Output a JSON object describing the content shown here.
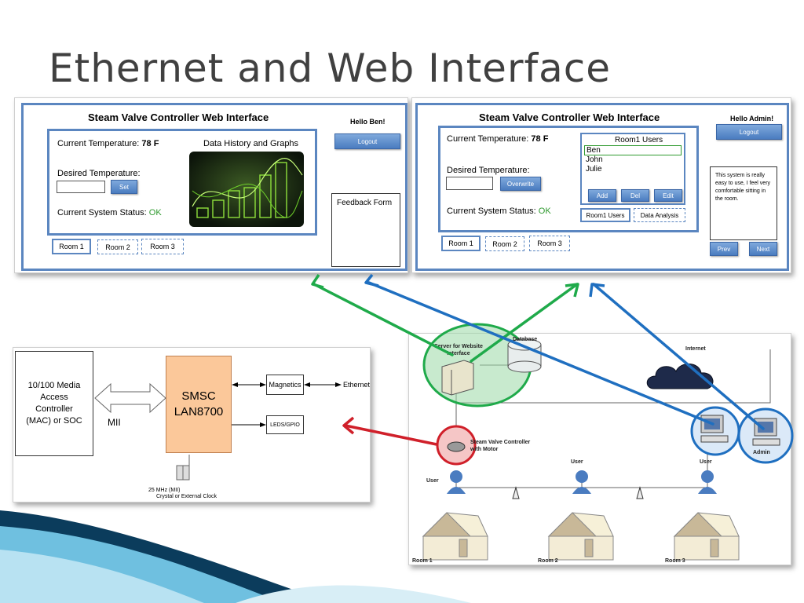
{
  "slide": {
    "title": "Ethernet and Web Interface"
  },
  "user_ui": {
    "title": "Steam Valve Controller Web Interface",
    "greeting": "Hello Ben!",
    "logout": "Logout",
    "current_temp_label": "Current Temperature: ",
    "current_temp_value": "78 F",
    "desired_temp_label": "Desired Temperature:",
    "set_button": "Set",
    "status_label": "Current System Status: ",
    "status_value": "OK",
    "graph_title": "Data History and Graphs",
    "feedback": "Feedback Form",
    "tabs": [
      "Room 1",
      "Room 2",
      "Room 3"
    ]
  },
  "admin_ui": {
    "title": "Steam Valve Controller Web Interface",
    "greeting": "Hello Admin!",
    "logout": "Logout",
    "current_temp_label": "Current Temperature: ",
    "current_temp_value": "78 F",
    "desired_temp_label": "Desired Temperature:",
    "overwrite_button": "Overwrite",
    "status_label": "Current System Status: ",
    "status_value": "OK",
    "users_title": "Room1 Users",
    "users": [
      "Ben",
      "John",
      "Julie"
    ],
    "add": "Add",
    "del": "Del",
    "edit": "Edit",
    "subtabs": [
      "Room1 Users",
      "Data Analysis"
    ],
    "feedback_text": "This system is really easy to use, I feel very comfortable sitting in the room.",
    "prev": "Prev",
    "next": "Next",
    "tabs": [
      "Room 1",
      "Room 2",
      "Room 3"
    ]
  },
  "hardware": {
    "mac_box": "10/100 Media Access Controller (MAC) or SOC",
    "mii": "MII",
    "chip_line1": "SMSC",
    "chip_line2": "LAN8700",
    "magnetics": "Magnetics",
    "ethernet": "Ethernet",
    "leds": "LEDS/GPIO",
    "clock_line1": "25 MHz (MII)",
    "clock_line2": "Crystal or External Clock"
  },
  "network": {
    "server": "Server for Website Interface",
    "database": "Database",
    "internet": "Internet",
    "controller": "Steam Valve Controller with Motor",
    "user": "User",
    "admin": "Admin",
    "rooms": [
      "Room 1",
      "Room 2",
      "Room 3"
    ]
  },
  "colors": {
    "accent": "#5b86c0",
    "green_arrow": "#1faa4a",
    "blue_arrow": "#1f6fc0",
    "red_arrow": "#d0202a"
  }
}
